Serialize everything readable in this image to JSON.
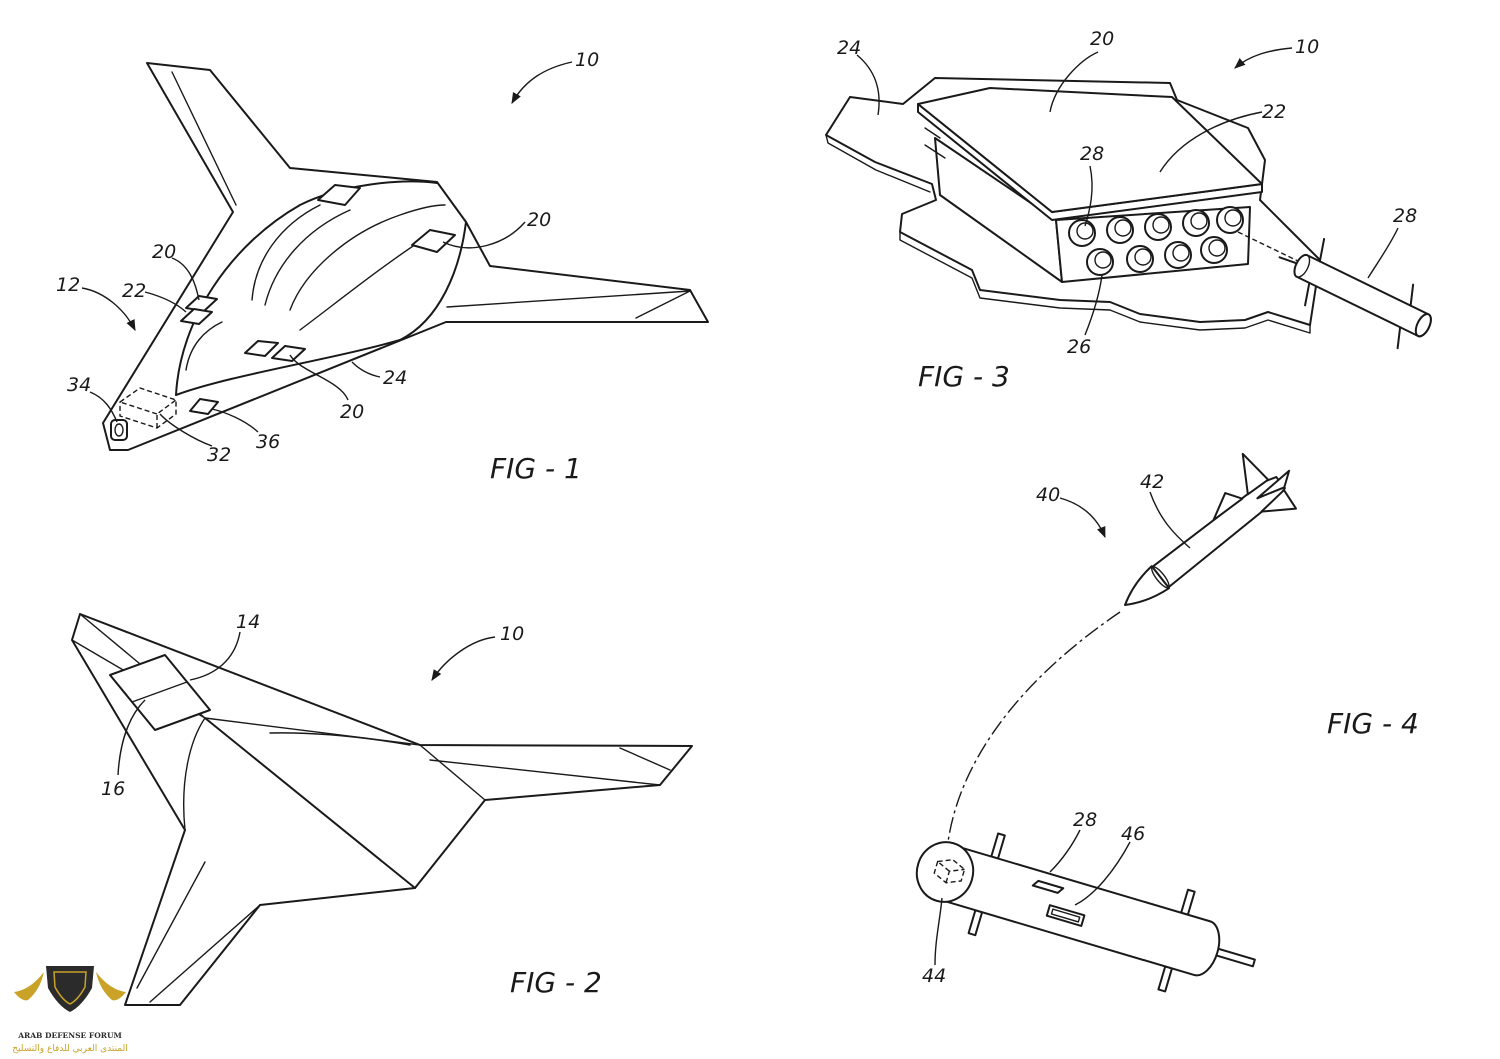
{
  "colors": {
    "ink": "#1a1a1a",
    "paper": "#ffffff",
    "logo_gold": "#c9a227",
    "logo_dark": "#2b2b2b"
  },
  "figures": {
    "fig1": {
      "caption": "FIG - 1",
      "labels": [
        "10",
        "12",
        "20",
        "22",
        "20",
        "24",
        "20",
        "34",
        "32",
        "36"
      ]
    },
    "fig2": {
      "caption": "FIG - 2",
      "labels": [
        "14",
        "10",
        "16"
      ]
    },
    "fig3": {
      "caption": "FIG - 3",
      "labels": [
        "24",
        "20",
        "10",
        "22",
        "28",
        "28",
        "26"
      ]
    },
    "fig4": {
      "caption": "FIG - 4",
      "labels": [
        "40",
        "42",
        "28",
        "46",
        "44"
      ]
    }
  },
  "watermark": {
    "name_en": "ARAB DEFENSE FORUM",
    "name_ar": "المنتدى العربي للدفاع والتسليح"
  }
}
